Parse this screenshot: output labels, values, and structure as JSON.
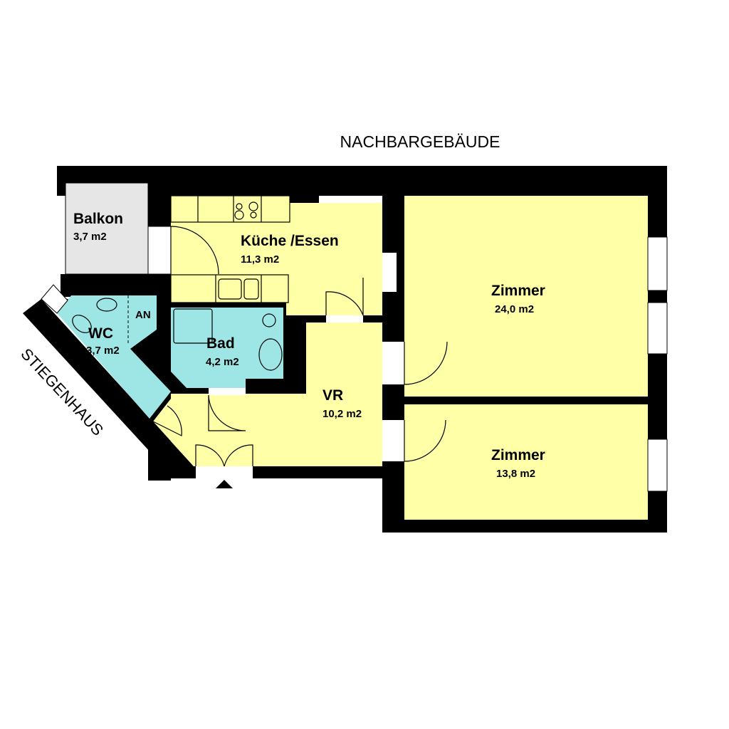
{
  "colors": {
    "wall": "#000000",
    "living": "#ffffa8",
    "wet": "#9ee6e6",
    "balcony": "#e6e6e6",
    "opening": "#ffffff"
  },
  "surroundings": {
    "top": "NACHBARGEBÄUDE",
    "left": "STIEGENHAUS"
  },
  "rooms": [
    {
      "name": "Balkon",
      "area": "3,7 m2"
    },
    {
      "name": "Küche /Essen",
      "area": "11,3 m2"
    },
    {
      "name": "Zimmer",
      "area": "24,0 m2"
    },
    {
      "name": "WC",
      "area": "3,7 m2",
      "extra": "AN"
    },
    {
      "name": "Bad",
      "area": "4,2 m2"
    },
    {
      "name": "VR",
      "area": "10,2 m2"
    },
    {
      "name": "Zimmer",
      "area": "13,8 m2"
    }
  ]
}
